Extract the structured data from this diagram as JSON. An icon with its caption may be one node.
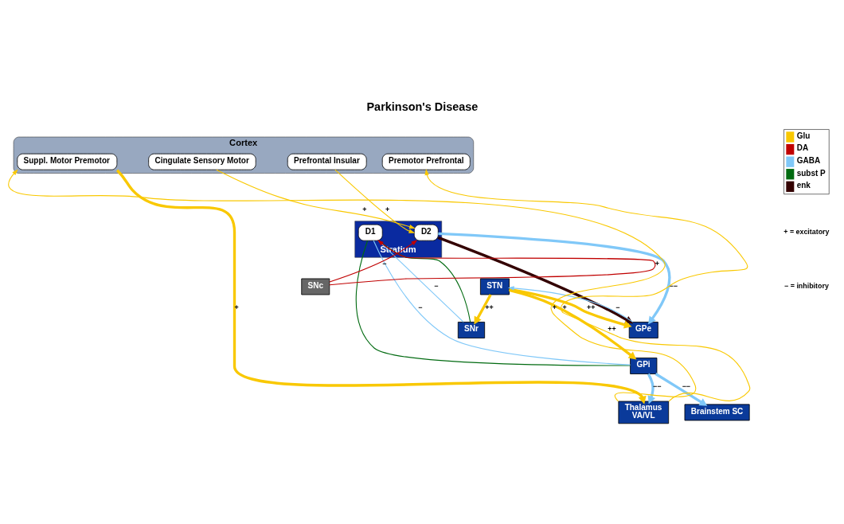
{
  "diagram": {
    "title": "Parkinson's Disease",
    "nodes": [
      {
        "text": [
          "Cortex"
        ]
      },
      {
        "text": [
          "Prefrontal Insular"
        ],
        "in": 0
      },
      {
        "text": [
          "Cingulate Sensory Motor"
        ],
        "in": 0
      },
      {
        "text": [
          "Suppl. Motor Premotor"
        ],
        "in": 0
      },
      {
        "text": [
          "Premotor Prefrontal"
        ],
        "in": 0
      },
      {
        "text": [
          "Stratium"
        ]
      },
      {
        "text": [
          "D2"
        ],
        "in": 5
      },
      {
        "text": [
          "D1"
        ],
        "in": 5
      },
      {
        "text": [
          "SNc"
        ]
      },
      {
        "text": [
          "SNr"
        ]
      },
      {
        "text": [
          "GPi"
        ]
      },
      {
        "text": [
          "STN"
        ]
      },
      {
        "text": [
          "GPe"
        ]
      },
      {
        "text": [
          "Thalamus",
          "VA/VL"
        ]
      },
      {
        "text": [
          "Brainstem SC"
        ]
      }
    ],
    "edges": [
      {
        "from": 1,
        "to": 6,
        "arrow": "to",
        "label": "+"
      },
      {
        "from": 2,
        "to": 6,
        "arrow": "to",
        "label": "+"
      },
      {
        "from": 13,
        "to": 3,
        "arrow": "to",
        "label": "+"
      },
      {
        "from": 3,
        "to": 13,
        "arrow": "to",
        "label": "+",
        "style": "thick"
      },
      {
        "from": 13,
        "to": 4,
        "arrow": "to",
        "label": "+"
      },
      {
        "from": 6,
        "to": 12,
        "arrow": "to",
        "style": "thick",
        "color": "#330000"
      },
      {
        "from": 6,
        "to": 12,
        "arrow": "to",
        "label": "−−",
        "style": "thick",
        "color": "#80c8f8"
      },
      {
        "from": 8,
        "to": 6,
        "arrow": "to",
        "label": "−",
        "color": "#c00000"
      },
      {
        "from": 8,
        "to": 7,
        "arrow": "to",
        "label": "+",
        "color": "#c00000"
      },
      {
        "from": 7,
        "to": 9,
        "arrow": "none",
        "color": "#006a10"
      },
      {
        "from": 7,
        "to": 9,
        "arrow": "none",
        "label": "−",
        "color": "#80c8f8"
      },
      {
        "from": 7,
        "to": 10,
        "arrow": "none",
        "color": "#006a10"
      },
      {
        "from": 7,
        "to": 10,
        "arrow": "none",
        "label": "−",
        "color": "#80c8f8"
      },
      {
        "from": 11,
        "to": 9,
        "arrow": "to",
        "label": "++",
        "style": "thick"
      },
      {
        "from": 11,
        "to": 10,
        "arrow": "to",
        "label": "++",
        "style": "thick"
      },
      {
        "from": 11,
        "to": 12,
        "arrow": "to",
        "label": "++",
        "style": "thick"
      },
      {
        "from": 12,
        "to": 11,
        "arrow": "to",
        "label": "−",
        "color": "#80c8f8"
      },
      {
        "from": 10,
        "to": 13,
        "arrow": "to",
        "label": "−−",
        "style": "thick",
        "color": "#80c8f8"
      },
      {
        "from": 10,
        "to": 14,
        "arrow": "to",
        "label": "−−",
        "style": "thick",
        "color": "#80c8f8"
      }
    ],
    "labels": [
      "+ = excitatory",
      "− = inhibitory"
    ],
    "legend": [
      {
        "text": "Glu",
        "color": "#f9c800"
      },
      {
        "text": "DA",
        "color": "#c00000"
      },
      {
        "text": "GABA",
        "color": "#80c8f8"
      },
      {
        "text": "subst P",
        "color": "#006a10"
      },
      {
        "text": "enk",
        "color": "#330000"
      }
    ]
  }
}
